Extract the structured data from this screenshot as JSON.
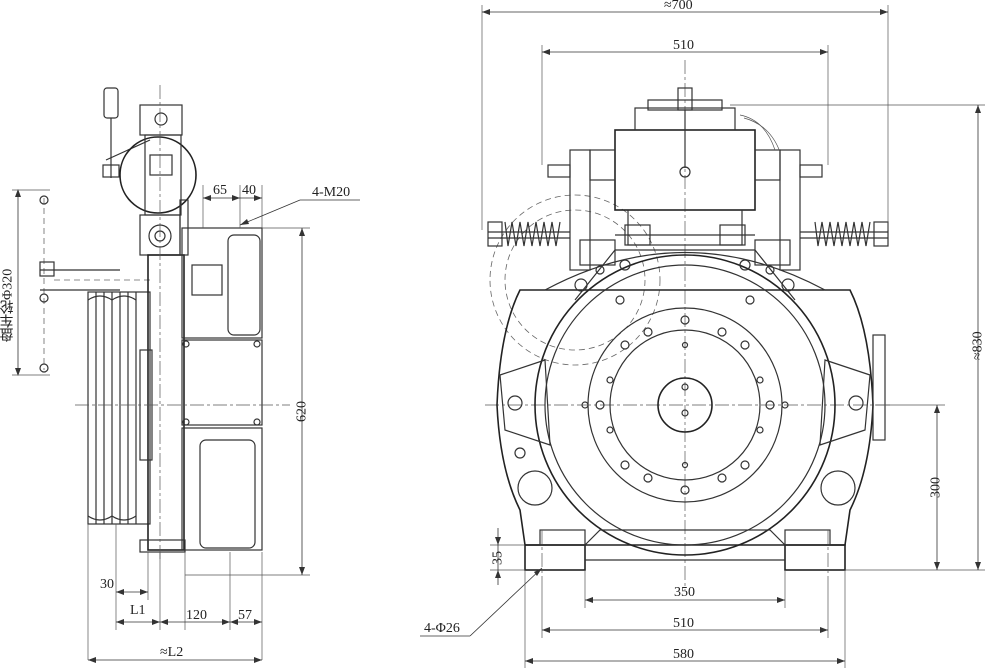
{
  "labels": {
    "side_width_65": "65",
    "side_width_40": "40",
    "thread_note": "4-M20",
    "height_620": "620",
    "handwheel_note": "盘车轮Φ320",
    "dim_30": "30",
    "dim_L1": "L1",
    "dim_120": "120",
    "dim_57": "57",
    "dim_L2": "≈L2",
    "overall_width_700": "≈700",
    "width_510_top": "510",
    "height_830": "≈830",
    "height_300": "300",
    "base_35": "35",
    "span_350": "350",
    "width_510_bottom": "510",
    "base_580": "580",
    "bolt_note": "4-Φ26"
  }
}
